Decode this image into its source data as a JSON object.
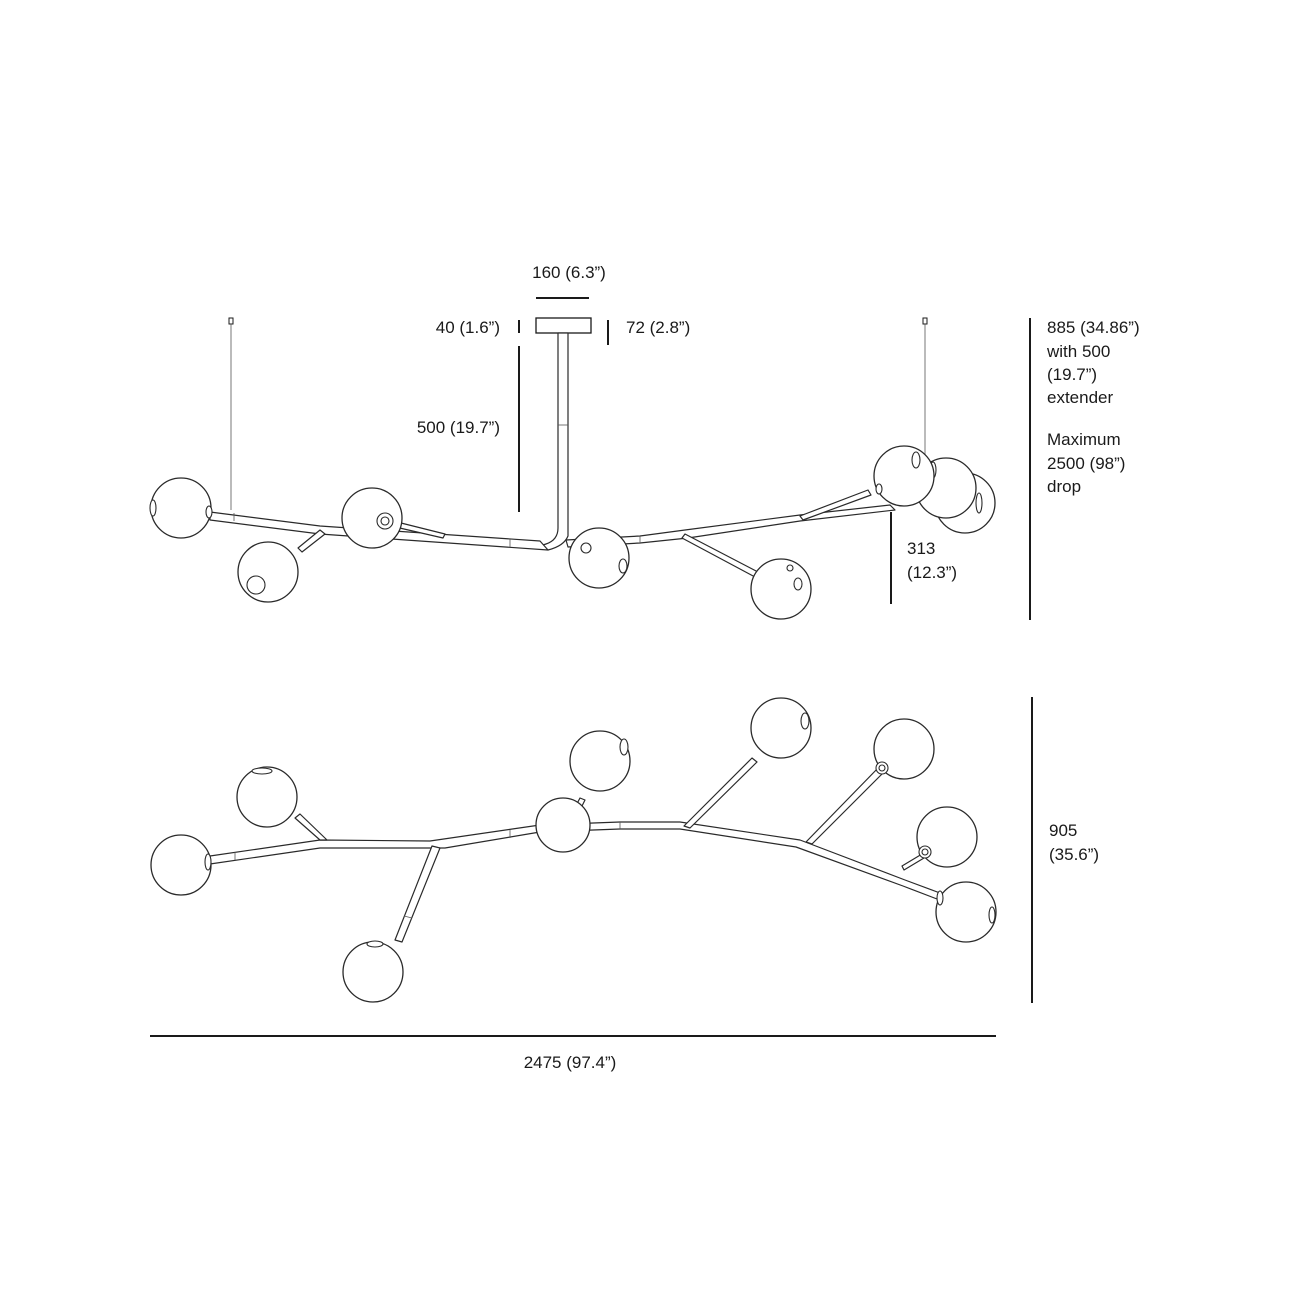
{
  "dimensions": {
    "canopy_width": "160 (6.3”)",
    "canopy_height_left": "40 (1.6”)",
    "canopy_height_right": "72 (2.8”)",
    "extender_length": "500 (19.7”)",
    "total_height_line1": "885 (34.86”)",
    "total_height_line2": "with 500",
    "total_height_line3": "(19.7”)",
    "total_height_line4": "extender",
    "max_drop_line1": "Maximum",
    "max_drop_line2": "2500 (98”)",
    "max_drop_line3": "drop",
    "body_height_line1": "313",
    "body_height_line2": "(12.3”)",
    "depth_line1": "905",
    "depth_line2": "(35.6”)",
    "overall_width": "2475 (97.4”)"
  }
}
